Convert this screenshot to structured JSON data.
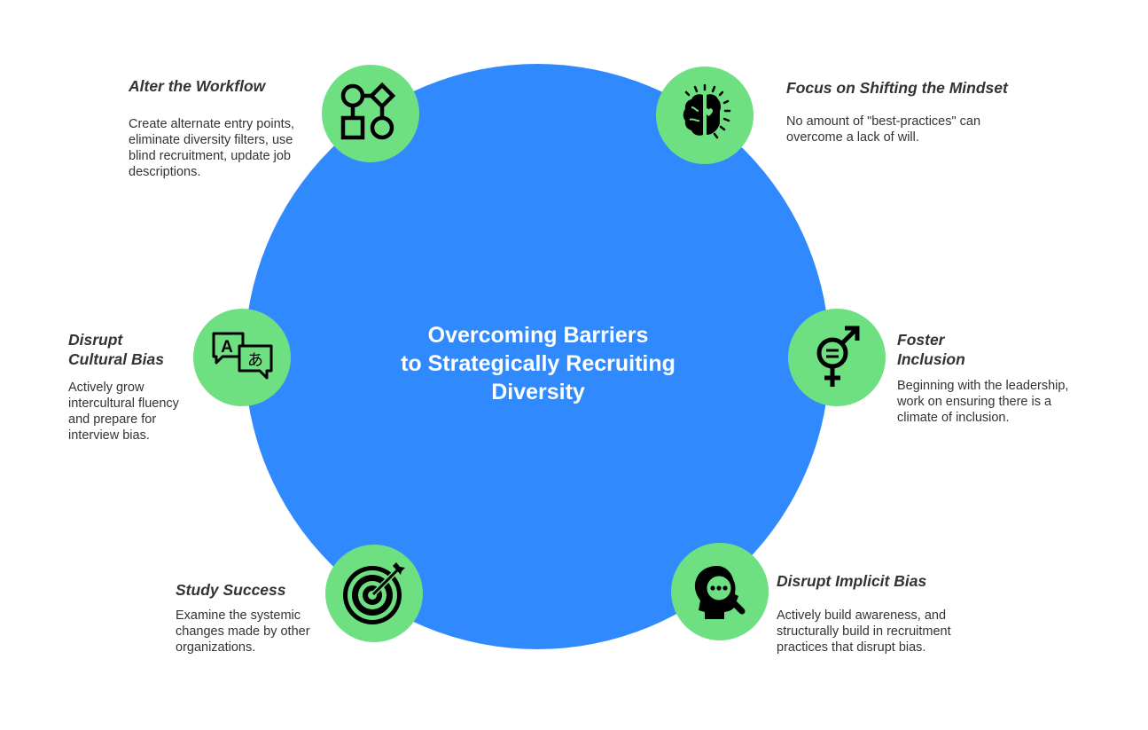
{
  "title_lines": [
    "Overcoming Barriers",
    "to Strategically Recruiting",
    "Diversity"
  ],
  "colors": {
    "main_circle": "#318afd",
    "node_circle": "#6ee082",
    "text": "#333333",
    "title": "#ffffff"
  },
  "items": {
    "workflow": {
      "icon": "workflow-shapes-icon",
      "heading": [
        "Alter the Workflow"
      ],
      "description": "Create alternate entry points, eliminate diversity filters, use blind recruitment, update job descriptions."
    },
    "mindset": {
      "icon": "brain-heart-icon",
      "heading": [
        "Focus on Shifting the Mindset"
      ],
      "description": "No amount of \"best-practices\" can overcome a lack of will."
    },
    "cultural": {
      "icon": "translation-bubbles-icon",
      "heading": [
        "Disrupt",
        "Cultural Bias"
      ],
      "description": "Actively grow intercultural fluency and prepare for interview bias."
    },
    "inclusion": {
      "icon": "gender-symbol-icon",
      "heading": [
        "Foster",
        "Inclusion"
      ],
      "description": "Beginning with the leadership, work on ensuring there is a climate of inclusion."
    },
    "success": {
      "icon": "target-dart-icon",
      "heading": [
        "Study Success"
      ],
      "description": "Examine the systemic changes made by other organizations."
    },
    "implicit": {
      "icon": "head-magnifier-icon",
      "heading": [
        "Disrupt Implicit Bias"
      ],
      "description": "Actively build awareness, and structurally build in recruitment practices that disrupt bias."
    },
    "icon_glyphs": {
      "letter_a": "A",
      "letter_a_jp": "あ"
    }
  }
}
